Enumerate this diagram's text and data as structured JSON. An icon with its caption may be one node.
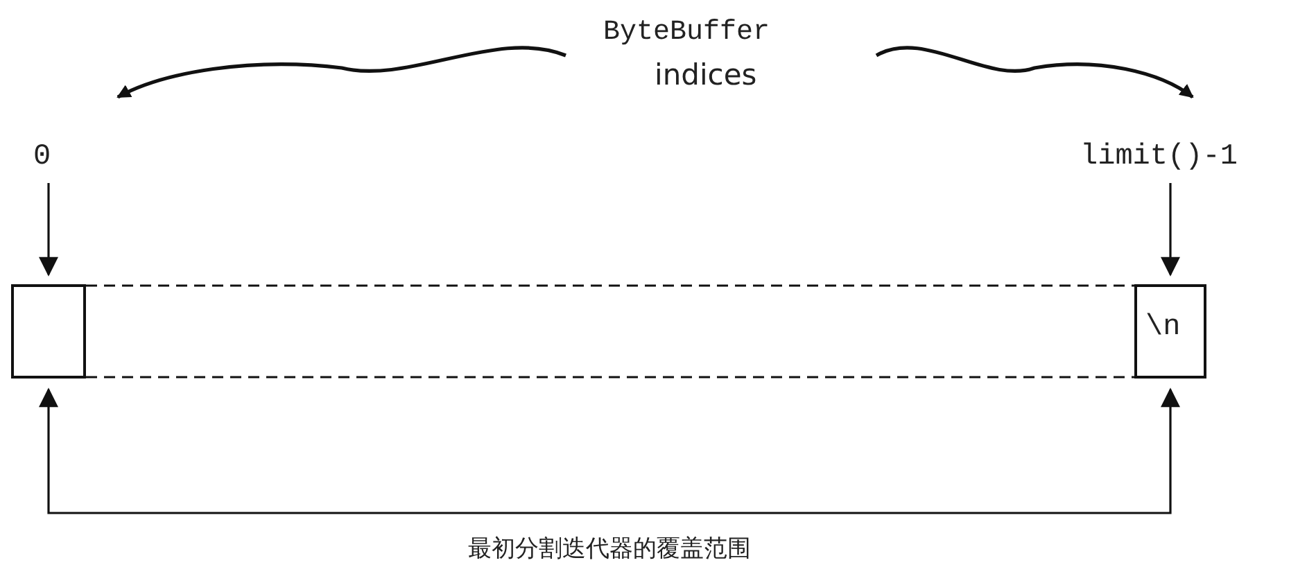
{
  "diagram": {
    "nodes": [
      {
        "text": [
          "ByteBuffer",
          "indices"
        ]
      },
      {
        "text": [
          "0"
        ]
      },
      {
        "text": [
          "limit()-1"
        ]
      },
      {
        "text": [],
        "shape": "box"
      },
      {
        "text": [],
        "shape": "box"
      },
      {
        "text": [
          "\\n"
        ]
      }
    ],
    "edges": [
      {
        "from": 0,
        "to": 1,
        "arrow": "to"
      },
      {
        "from": 0,
        "to": 2,
        "arrow": "to"
      },
      {
        "from": 1,
        "to": 3,
        "arrow": "to"
      },
      {
        "from": 2,
        "to": 5,
        "arrow": "to"
      },
      {
        "from": 3,
        "to": 5,
        "arrow": "both",
        "label": "最初分割迭代器的覆盖范围"
      }
    ]
  }
}
